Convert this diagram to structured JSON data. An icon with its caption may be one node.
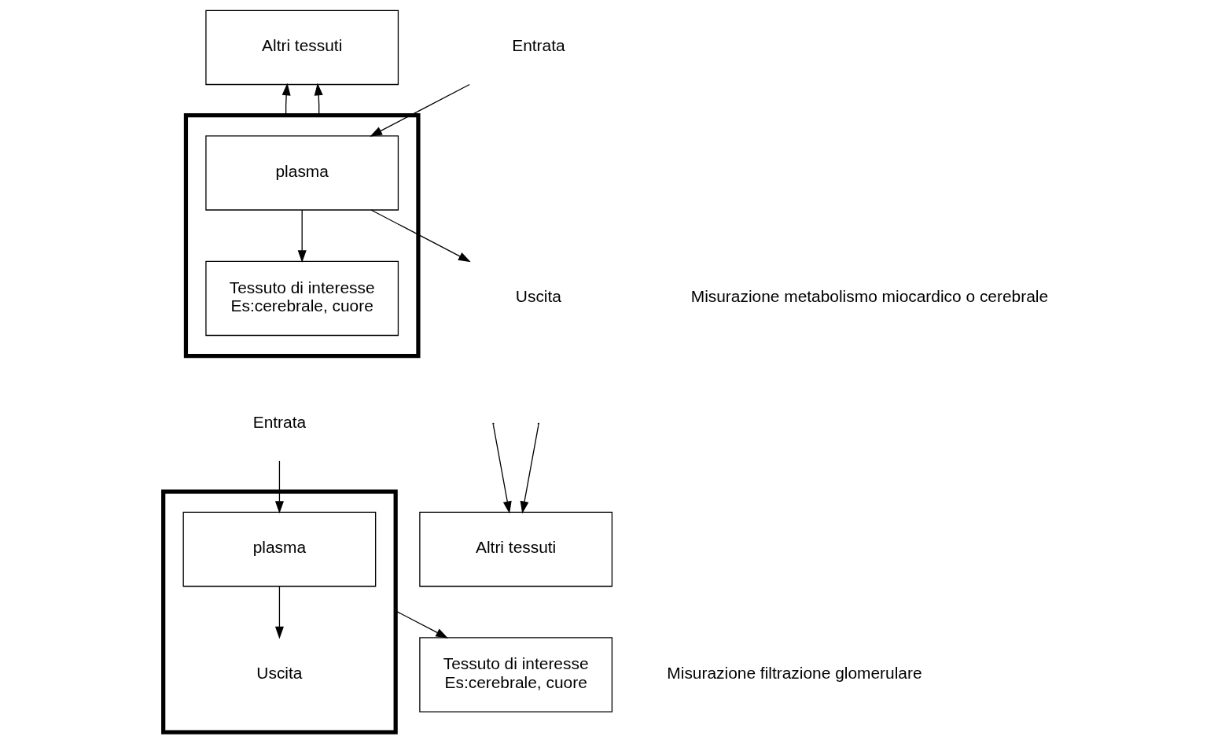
{
  "diagram": {
    "nodes": [
      {
        "text": [],
        "shape": "box"
      },
      {
        "text": [
          "Altri tessuti"
        ]
      },
      {
        "text": [
          "plasma"
        ],
        "in": 0
      },
      {
        "text": [
          "Tessuto di interesse",
          "Es:cerebrale, cuore"
        ],
        "in": 0
      },
      {
        "text": [
          "Entrata"
        ]
      },
      {
        "text": [
          "Uscita"
        ]
      },
      {
        "text": [
          "Altri tessuti"
        ]
      },
      {
        "text": [],
        "shape": "box"
      },
      {
        "text": [
          "Entrata"
        ]
      },
      {
        "text": [
          "plasma"
        ],
        "in": 7
      },
      {
        "text": [
          "Uscita"
        ],
        "in": 7
      },
      {
        "text": [
          "Tessuto di interesse",
          "Es:cerebrale, cuore"
        ]
      }
    ],
    "edges": [
      {
        "from": 0,
        "to": 1,
        "arrow": "to"
      },
      {
        "from": 0,
        "to": 1,
        "arrow": "to"
      },
      {
        "from": 4,
        "to": 2,
        "arrow": "to"
      },
      {
        "from": 2,
        "to": 3,
        "arrow": "to"
      },
      {
        "from": 2,
        "to": 5,
        "arrow": "to"
      },
      {
        "from": null,
        "to": 6,
        "arrow": "to"
      },
      {
        "from": null,
        "to": 6,
        "arrow": "to"
      },
      {
        "from": 8,
        "to": 9,
        "arrow": "to"
      },
      {
        "from": 9,
        "to": 10,
        "arrow": "to"
      },
      {
        "from": 7,
        "to": 11,
        "arrow": "to"
      }
    ],
    "labels": [
      "Misurazione metabolismo miocardico o cerebrale",
      "Misurazione filtrazione glomerulare"
    ]
  }
}
